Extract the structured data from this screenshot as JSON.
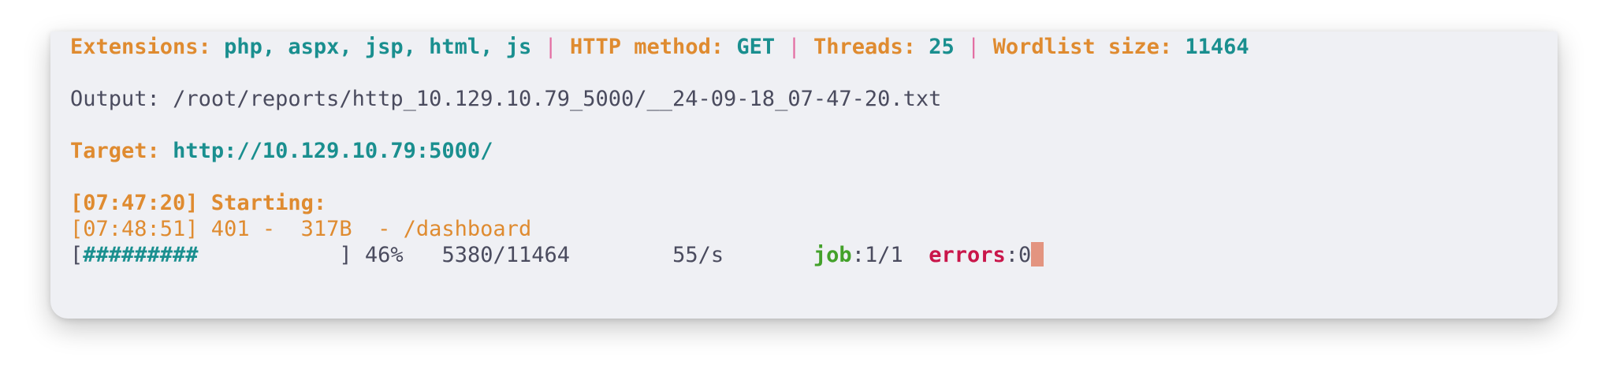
{
  "summary": {
    "extensions_label": "Extensions:",
    "extensions_value": "php, aspx, jsp, html, js",
    "separator": "|",
    "method_label": "HTTP method:",
    "method_value": "GET",
    "threads_label": "Threads:",
    "threads_value": "25",
    "wordlist_label": "Wordlist size:",
    "wordlist_value": "11464"
  },
  "output": {
    "label": "Output:",
    "path": "/root/reports/http_10.129.10.79_5000/__24-09-18_07-47-20.txt"
  },
  "target": {
    "label": "Target:",
    "url": "http://10.129.10.79:5000/"
  },
  "log": {
    "starting": "[07:47:20] Starting:",
    "result": "[07:48:51] 401 -  317B  - /dashboard"
  },
  "progress": {
    "bar_open": "[",
    "bar_fill": "#########",
    "bar_close": "]",
    "fraction": 0.46,
    "percent": "46%",
    "count": "5380/11464",
    "rate": "55/s",
    "job_label": "job",
    "job_value": ":1/1",
    "errors_label": "errors",
    "errors_value": ":0"
  },
  "colors": {
    "orange": "#df8b30",
    "teal": "#1a8f8f",
    "pink": "#e36fa3",
    "green": "#43a12a",
    "red": "#c9164a",
    "cursor": "#e39480"
  }
}
